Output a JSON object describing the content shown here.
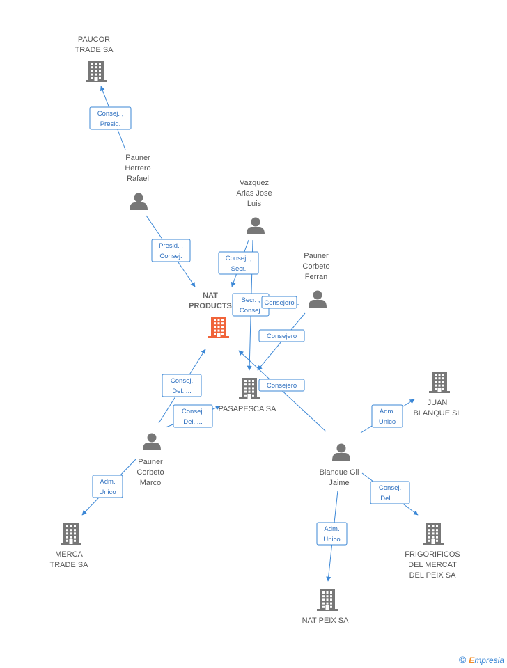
{
  "colors": {
    "edge": "#3b87d6",
    "node": "#777777",
    "center": "#f0643a",
    "edge_text": "#2d6fbf"
  },
  "footer": {
    "copyright": "©",
    "brand_first": "E",
    "brand_rest": "mpresia"
  },
  "nodes": [
    {
      "id": "nat",
      "type": "company",
      "center": true,
      "label": [
        "NAT",
        "PRODUCTS"
      ]
    },
    {
      "id": "paucor",
      "type": "company",
      "label": [
        "PAUCOR",
        "TRADE SA"
      ]
    },
    {
      "id": "rafael",
      "type": "person",
      "label": [
        "Pauner",
        "Herrero",
        "Rafael"
      ]
    },
    {
      "id": "vazquez",
      "type": "person",
      "label": [
        "Vazquez",
        "Arias Jose",
        "Luis"
      ]
    },
    {
      "id": "ferran",
      "type": "person",
      "label": [
        "Pauner",
        "Corbeto",
        "Ferran"
      ]
    },
    {
      "id": "pasapesca",
      "type": "company",
      "label": [
        "PASAPESCA SA"
      ]
    },
    {
      "id": "juan",
      "type": "company",
      "label": [
        "JUAN",
        "BLANQUE SL"
      ]
    },
    {
      "id": "marco",
      "type": "person",
      "label": [
        "Pauner",
        "Corbeto",
        "Marco"
      ]
    },
    {
      "id": "jaime",
      "type": "person",
      "label": [
        "Blanque Gil",
        "Jaime"
      ]
    },
    {
      "id": "merca",
      "type": "company",
      "label": [
        "MERCA",
        "TRADE SA"
      ]
    },
    {
      "id": "frigo",
      "type": "company",
      "label": [
        "FRIGORIFICOS",
        "DEL MERCAT",
        "DEL PEIX SA"
      ]
    },
    {
      "id": "natpeix",
      "type": "company",
      "label": [
        "NAT PEIX SA"
      ]
    }
  ],
  "edges": [
    {
      "id": "e1",
      "from": "rafael",
      "to": "paucor",
      "label": [
        "Consej. ,",
        "Presid."
      ]
    },
    {
      "id": "e2",
      "from": "rafael",
      "to": "nat",
      "label": [
        "Presid. ,",
        "Consej."
      ]
    },
    {
      "id": "e3",
      "from": "vazquez",
      "to": "nat",
      "label": [
        "Consej. ,",
        "Secr."
      ]
    },
    {
      "id": "e4",
      "from": "vazquez",
      "to": "pasapesca",
      "label": [
        "Secr. ,",
        "Consej."
      ]
    },
    {
      "id": "e5",
      "from": "ferran",
      "to": "nat",
      "label": [
        "Consejero"
      ]
    },
    {
      "id": "e6",
      "from": "ferran",
      "to": "pasapesca",
      "label": [
        "Consejero"
      ]
    },
    {
      "id": "e7",
      "from": "marco",
      "to": "nat",
      "label": [
        "Consej.",
        "Del.,..."
      ]
    },
    {
      "id": "e8",
      "from": "marco",
      "to": "pasapesca",
      "label": [
        "Consej.",
        "Del.,..."
      ]
    },
    {
      "id": "e9",
      "from": "marco",
      "to": "merca",
      "label": [
        "Adm.",
        "Unico"
      ]
    },
    {
      "id": "e10",
      "from": "jaime",
      "to": "nat",
      "label": [
        "Consejero"
      ]
    },
    {
      "id": "e11",
      "from": "jaime",
      "to": "juan",
      "label": [
        "Adm.",
        "Unico"
      ]
    },
    {
      "id": "e12",
      "from": "jaime",
      "to": "frigo",
      "label": [
        "Consej.",
        "Del.,..."
      ]
    },
    {
      "id": "e13",
      "from": "jaime",
      "to": "natpeix",
      "label": [
        "Adm.",
        "Unico"
      ]
    }
  ]
}
